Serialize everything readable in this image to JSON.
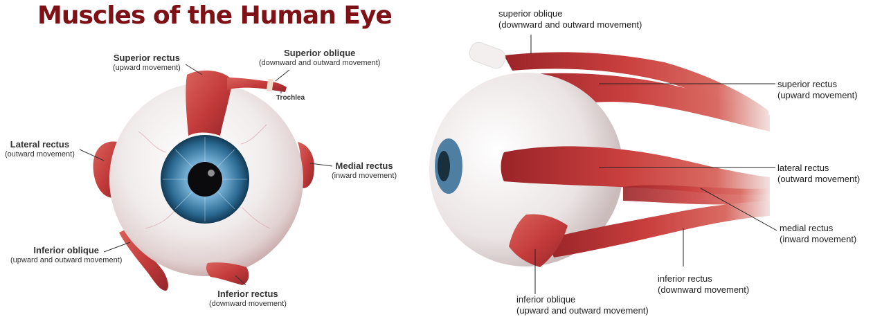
{
  "title": "Muscles of the Human Eye",
  "front_view": {
    "labels": [
      {
        "id": "superior-rectus",
        "name": "Superior rectus",
        "desc": "(upward movement)"
      },
      {
        "id": "superior-oblique",
        "name": "Superior oblique",
        "desc": "(downward and outward movement)"
      },
      {
        "id": "trochlea",
        "name": "Trochlea"
      },
      {
        "id": "lateral-rectus",
        "name": "Lateral rectus",
        "desc": "(outward movement)"
      },
      {
        "id": "medial-rectus",
        "name": "Medial rectus",
        "desc": "(inward movement)"
      },
      {
        "id": "inferior-oblique",
        "name": "Inferior oblique",
        "desc": "(upward and outward movement)"
      },
      {
        "id": "inferior-rectus",
        "name": "Inferior rectus",
        "desc": "(downward movement)"
      }
    ]
  },
  "side_view": {
    "labels": [
      {
        "id": "superior-oblique",
        "name": "superior oblique",
        "desc": "(downward and outward movement)"
      },
      {
        "id": "superior-rectus",
        "name": "superior rectus",
        "desc": "(upward movement)"
      },
      {
        "id": "lateral-rectus",
        "name": "lateral rectus",
        "desc": "(outward movement)"
      },
      {
        "id": "medial-rectus",
        "name": "medial rectus",
        "desc": "(inward movement)"
      },
      {
        "id": "inferior-rectus",
        "name": "inferior rectus",
        "desc": "(downward movement)"
      },
      {
        "id": "inferior-oblique",
        "name": "inferior oblique",
        "desc": "(upward and outward movement)"
      }
    ]
  },
  "colors": {
    "title": "#7d1116",
    "muscle": "#c9403f",
    "muscle_dark": "#8e1f22",
    "tendon": "#f3eeee",
    "sclera": "#f2eeee",
    "iris": "#3f7fa8",
    "leader_line": "#222222"
  }
}
